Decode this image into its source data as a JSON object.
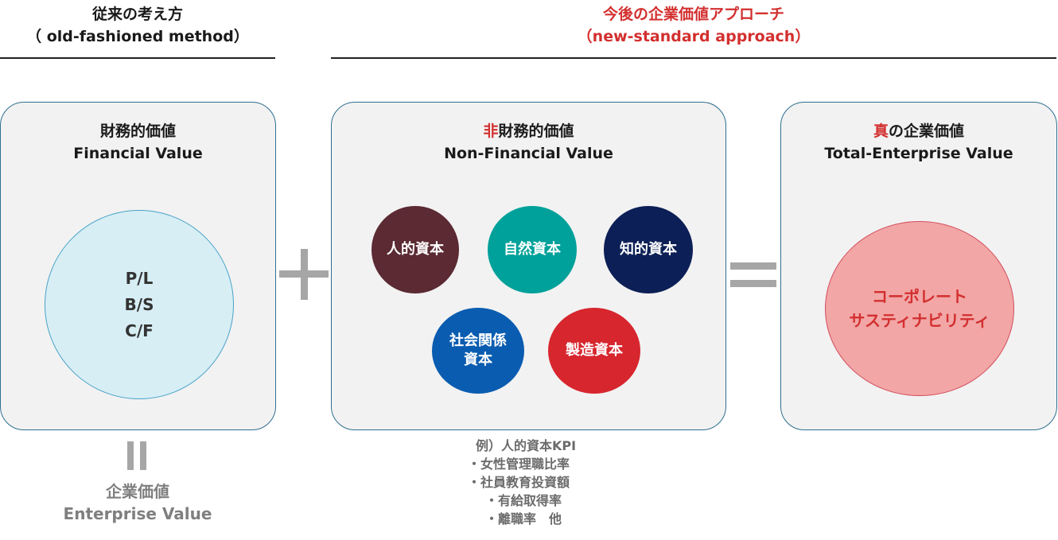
{
  "left_header": {
    "title": "従来の考え方",
    "subtitle": "（ old-fashioned method）"
  },
  "right_header": {
    "title": "今後の企業価値アプローチ",
    "subtitle": "（new-standard approach）"
  },
  "financial": {
    "title_jp": "財務的価値",
    "title_en": "Financial Value",
    "items": [
      "P/L",
      "B/S",
      "C/F"
    ]
  },
  "non_financial": {
    "title_prefix_red": "非",
    "title_jp_rest": "財務的価値",
    "title_en": "Non-Financial Value",
    "capitals": [
      {
        "label": "人的資本",
        "color": "#5b2a33"
      },
      {
        "label": "自然資本",
        "color": "#00a19a"
      },
      {
        "label": "知的資本",
        "color": "#0c1f56"
      },
      {
        "label_line1": "社会関係",
        "label_line2": "資本",
        "color": "#0a5cb0"
      },
      {
        "label": "製造資本",
        "color": "#d7262e"
      }
    ]
  },
  "total": {
    "title_prefix_red": "真",
    "title_jp_rest": "の企業価値",
    "title_en": "Total-Enterprise Value",
    "circle_line1": "コーポレート",
    "circle_line2": "サスティナビリティ"
  },
  "operators": {
    "plus": "+",
    "equals": "=",
    "vertical_equals": "‖"
  },
  "enterprise_value": {
    "jp": "企業価値",
    "en": "Enterprise Value"
  },
  "example": {
    "line1": "例）人的資本KPI",
    "line2": "・女性管理職比率",
    "line3": "・社員教育投資額",
    "line4": "・有給取得率",
    "line5": "・離職率　他"
  },
  "colors": {
    "accent_red": "#d32f2f",
    "panel_border": "#2f6f8f",
    "panel_bg": "#f2f2f2",
    "operator_gray": "#a6a6a6"
  }
}
